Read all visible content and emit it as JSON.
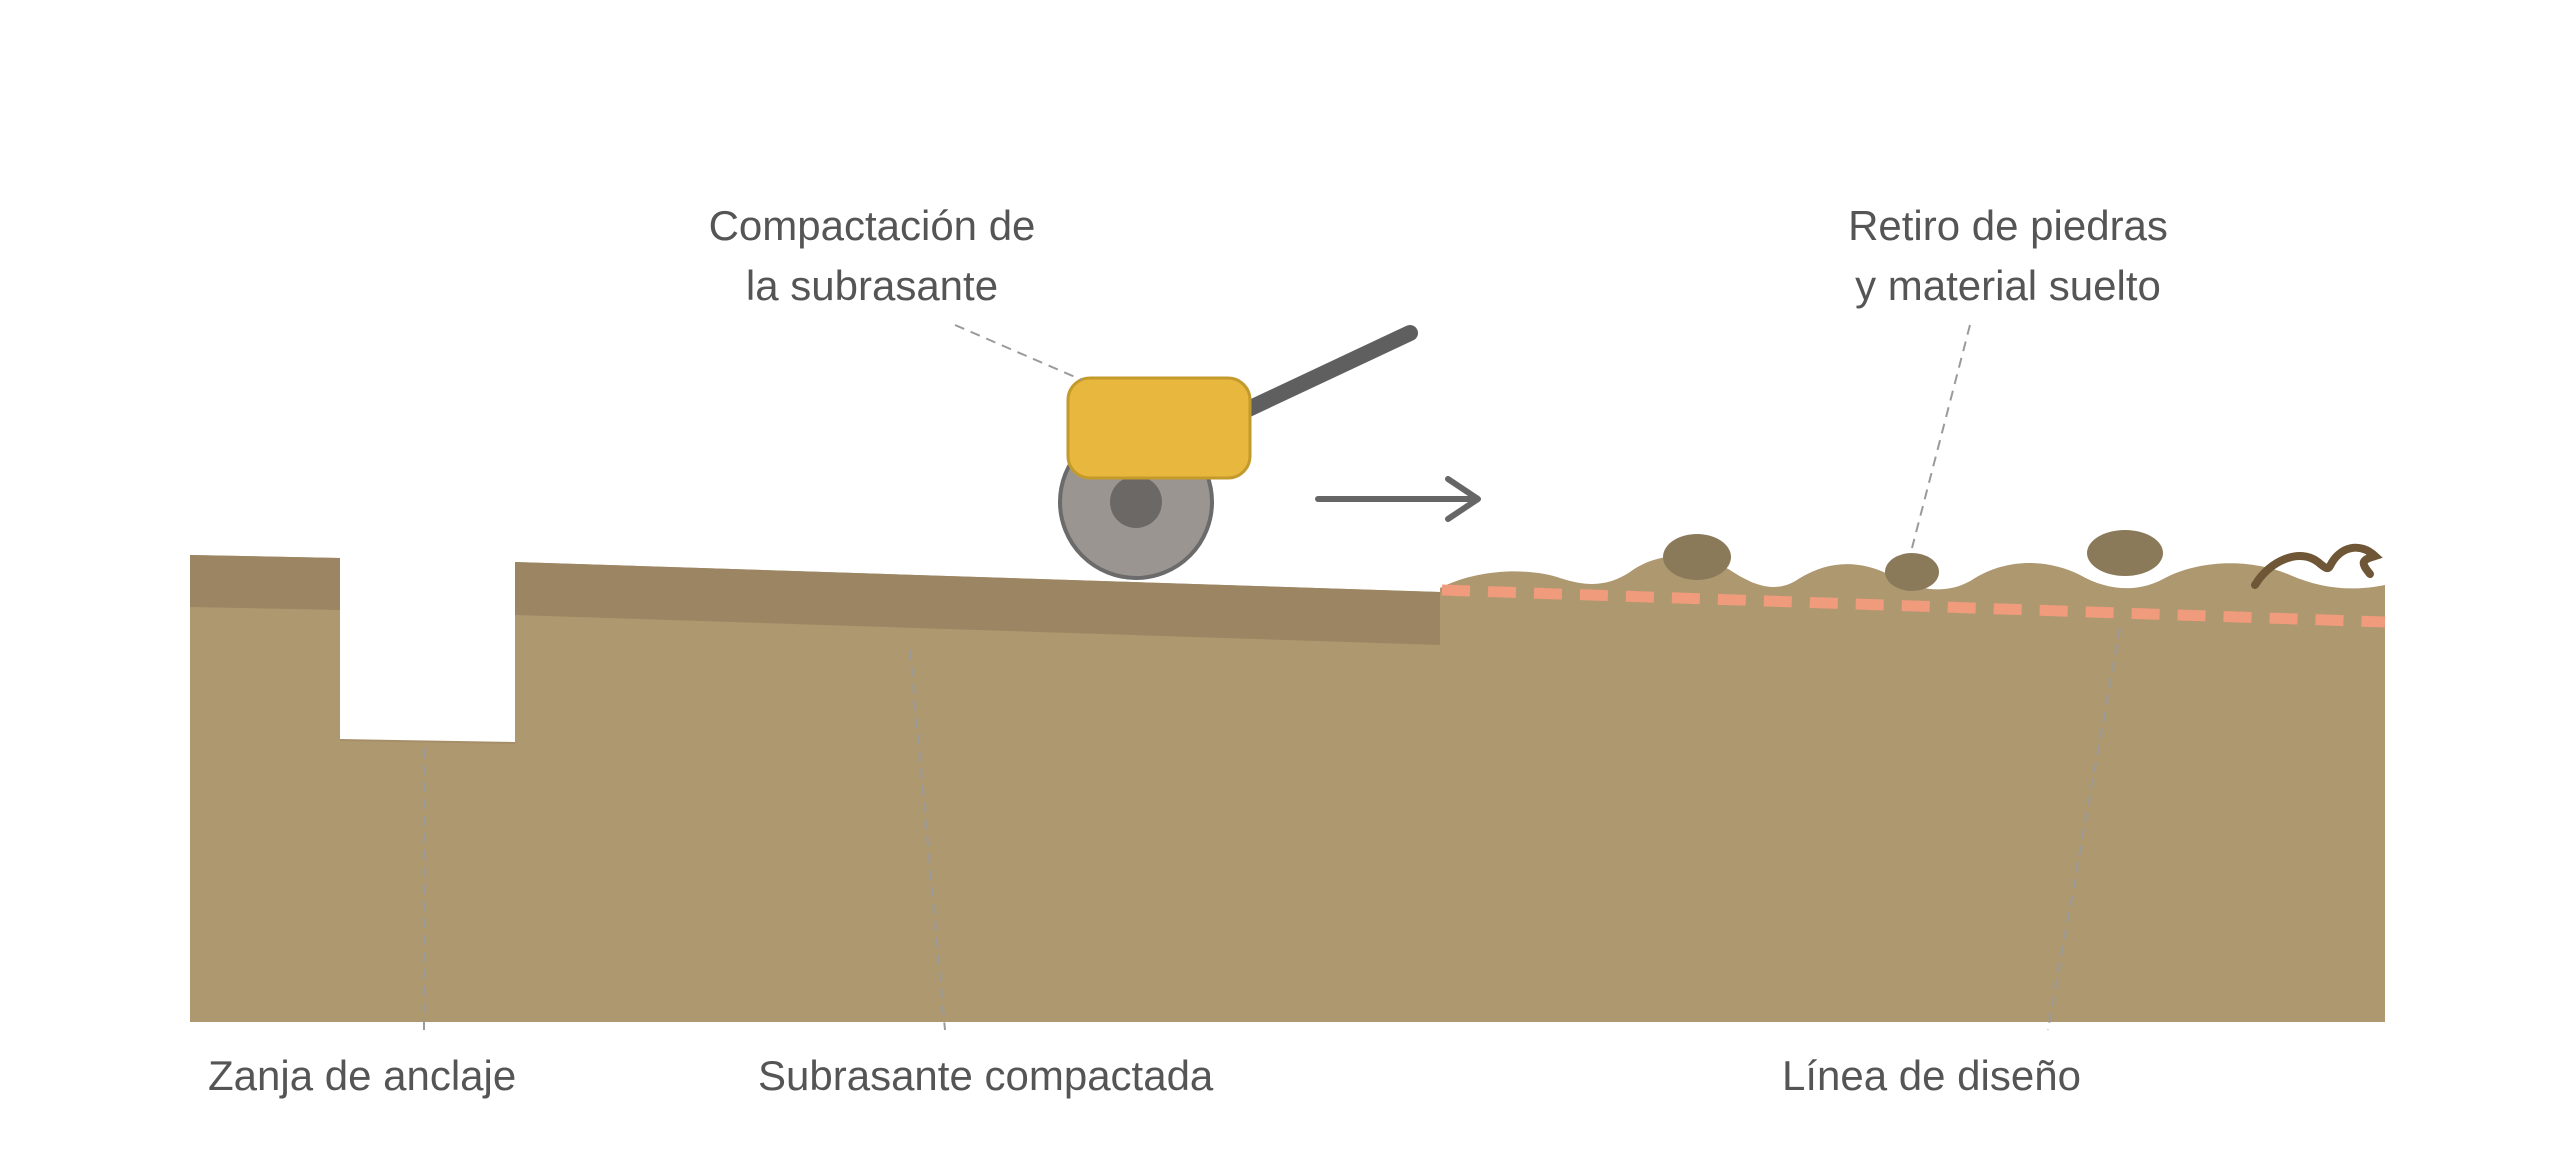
{
  "labels": {
    "compaction_line1": "Compactación de",
    "compaction_line2": "la subrasante",
    "removal_line1": "Retiro de piedras",
    "removal_line2": "y material suelto",
    "anchor_trench": "Zanja de anclaje",
    "compacted_subgrade": "Subrasante compactada",
    "design_line": "Línea de diseño"
  },
  "colors": {
    "soil": "#ae9870",
    "compacted_layer": "#9c8562",
    "loose_surface": "#ae9870",
    "stone": "#8b7a5a",
    "root": "#6f5636",
    "design_line": "#ef9b7c",
    "compactor_body": "#e8b83e",
    "compactor_wheel": "#9a9590",
    "handle": "#5f5f5f",
    "arrow": "#666666",
    "text": "#555555"
  },
  "icons": {
    "compactor": "plate-compactor-icon",
    "direction": "arrow-right-icon",
    "stone": "stone-icon",
    "root": "root-icon"
  }
}
